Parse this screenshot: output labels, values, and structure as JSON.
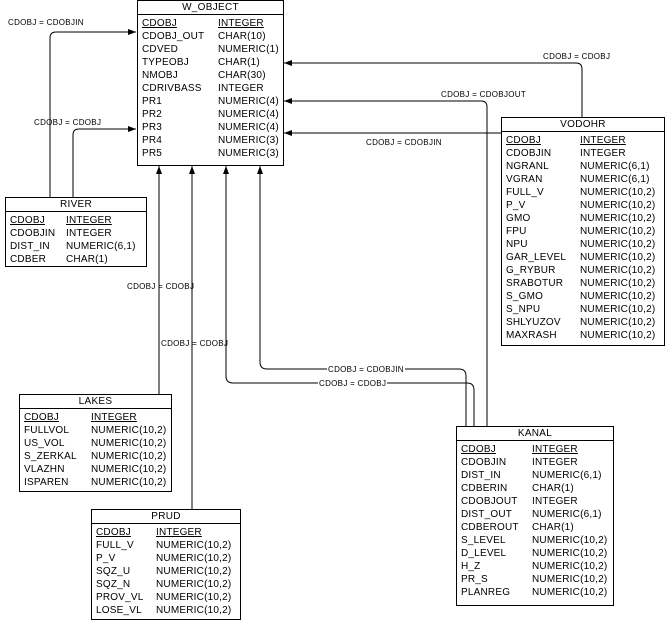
{
  "entities": {
    "w_object": {
      "name": "W_OBJECT",
      "columns": [
        {
          "name": "CDOBJ",
          "type": "INTEGER",
          "pk": true
        },
        {
          "name": "CDOBJ_OUT",
          "type": "CHAR(10)"
        },
        {
          "name": "CDVED",
          "type": "NUMERIC(1)"
        },
        {
          "name": "TYPEOBJ",
          "type": "CHAR(1)"
        },
        {
          "name": "NMOBJ",
          "type": "CHAR(30)"
        },
        {
          "name": "CDRIVBASS",
          "type": "INTEGER"
        },
        {
          "name": "PR1",
          "type": "NUMERIC(4)"
        },
        {
          "name": "PR2",
          "type": "NUMERIC(4)"
        },
        {
          "name": "PR3",
          "type": "NUMERIC(4)"
        },
        {
          "name": "PR4",
          "type": "NUMERIC(3)"
        },
        {
          "name": "PR5",
          "type": "NUMERIC(3)"
        }
      ]
    },
    "river": {
      "name": "RIVER",
      "columns": [
        {
          "name": "CDOBJ",
          "type": "INTEGER",
          "pk": true
        },
        {
          "name": "CDOBJIN",
          "type": "INTEGER"
        },
        {
          "name": "DIST_IN",
          "type": "NUMERIC(6,1)"
        },
        {
          "name": "CDBER",
          "type": "CHAR(1)"
        }
      ]
    },
    "vodohr": {
      "name": "VODOHR",
      "columns": [
        {
          "name": "CDOBJ",
          "type": "INTEGER",
          "pk": true
        },
        {
          "name": "CDOBJIN",
          "type": "INTEGER"
        },
        {
          "name": "NGRANL",
          "type": "NUMERIC(6,1)"
        },
        {
          "name": "VGRAN",
          "type": "NUMERIC(6,1)"
        },
        {
          "name": "FULL_V",
          "type": "NUMERIC(10,2)"
        },
        {
          "name": "P_V",
          "type": "NUMERIC(10,2)"
        },
        {
          "name": "GMO",
          "type": "NUMERIC(10,2)"
        },
        {
          "name": "FPU",
          "type": "NUMERIC(10,2)"
        },
        {
          "name": "NPU",
          "type": "NUMERIC(10,2)"
        },
        {
          "name": "GAR_LEVEL",
          "type": "NUMERIC(10,2)"
        },
        {
          "name": "G_RYBUR",
          "type": "NUMERIC(10,2)"
        },
        {
          "name": "SRABOTUR",
          "type": "NUMERIC(10,2)"
        },
        {
          "name": "S_GMO",
          "type": "NUMERIC(10,2)"
        },
        {
          "name": "S_NPU",
          "type": "NUMERIC(10,2)"
        },
        {
          "name": "SHLYUZOV",
          "type": "NUMERIC(10,2)"
        },
        {
          "name": "MAXRASH",
          "type": "NUMERIC(10,2)"
        }
      ]
    },
    "lakes": {
      "name": "LAKES",
      "columns": [
        {
          "name": "CDOBJ",
          "type": "INTEGER",
          "pk": true
        },
        {
          "name": "FULLVOL",
          "type": "NUMERIC(10,2)"
        },
        {
          "name": "US_VOL",
          "type": "NUMERIC(10,2)"
        },
        {
          "name": "S_ZERKAL",
          "type": "NUMERIC(10,2)"
        },
        {
          "name": "VLAZHN",
          "type": "NUMERIC(10,2)"
        },
        {
          "name": "ISPAREN",
          "type": "NUMERIC(10,2)"
        }
      ]
    },
    "prud": {
      "name": "PRUD",
      "columns": [
        {
          "name": "CDOBJ",
          "type": "INTEGER",
          "pk": true
        },
        {
          "name": "FULL_V",
          "type": "NUMERIC(10,2)"
        },
        {
          "name": "P_V",
          "type": "NUMERIC(10,2)"
        },
        {
          "name": "SQZ_U",
          "type": "NUMERIC(10,2)"
        },
        {
          "name": "SQZ_N",
          "type": "NUMERIC(10,2)"
        },
        {
          "name": "PROV_VL",
          "type": "NUMERIC(10,2)"
        },
        {
          "name": "LOSE_VL",
          "type": "NUMERIC(10,2)"
        }
      ]
    },
    "kanal": {
      "name": "KANAL",
      "columns": [
        {
          "name": "CDOBJ",
          "type": "INTEGER",
          "pk": true
        },
        {
          "name": "CDOBJIN",
          "type": "INTEGER"
        },
        {
          "name": "DIST_IN",
          "type": "NUMERIC(6,1)"
        },
        {
          "name": "CDBERIN",
          "type": "CHAR(1)"
        },
        {
          "name": "CDOBJOUT",
          "type": "INTEGER"
        },
        {
          "name": "DIST_OUT",
          "type": "NUMERIC(6,1)"
        },
        {
          "name": "CDBEROUT",
          "type": "CHAR(1)"
        },
        {
          "name": "S_LEVEL",
          "type": "NUMERIC(10,2)"
        },
        {
          "name": "D_LEVEL",
          "type": "NUMERIC(10,2)"
        },
        {
          "name": "H_Z",
          "type": "NUMERIC(10,2)"
        },
        {
          "name": "PR_S",
          "type": "NUMERIC(10,2)"
        },
        {
          "name": "PLANREG",
          "type": "NUMERIC(10,2)"
        }
      ]
    }
  },
  "relationships": [
    {
      "id": "river-cdobjin",
      "from": "RIVER",
      "to": "W_OBJECT",
      "label": "CDOBJ = CDOBJIN"
    },
    {
      "id": "river-cdobj",
      "from": "RIVER",
      "to": "W_OBJECT",
      "label": "CDOBJ = CDOBJ"
    },
    {
      "id": "vodohr-cdobj",
      "from": "VODOHR",
      "to": "W_OBJECT",
      "label": "CDOBJ = CDOBJ"
    },
    {
      "id": "kanal-cdobjout",
      "from": "KANAL",
      "to": "W_OBJECT",
      "label": "CDOBJ = CDOBJOUT"
    },
    {
      "id": "vodohr-cdobjin",
      "from": "VODOHR",
      "to": "W_OBJECT",
      "label": "CDOBJ = CDOBJIN"
    },
    {
      "id": "lakes-cdobj",
      "from": "LAKES",
      "to": "W_OBJECT",
      "label": "CDOBJ = CDOBJ"
    },
    {
      "id": "prud-cdobj",
      "from": "PRUD",
      "to": "W_OBJECT",
      "label": "CDOBJ = CDOBJ"
    },
    {
      "id": "kanal-cdobjin",
      "from": "KANAL",
      "to": "W_OBJECT",
      "label": "CDOBJ = CDOBJIN"
    },
    {
      "id": "kanal-cdobj",
      "from": "KANAL",
      "to": "W_OBJECT",
      "label": "CDOBJ = CDOBJ"
    }
  ]
}
